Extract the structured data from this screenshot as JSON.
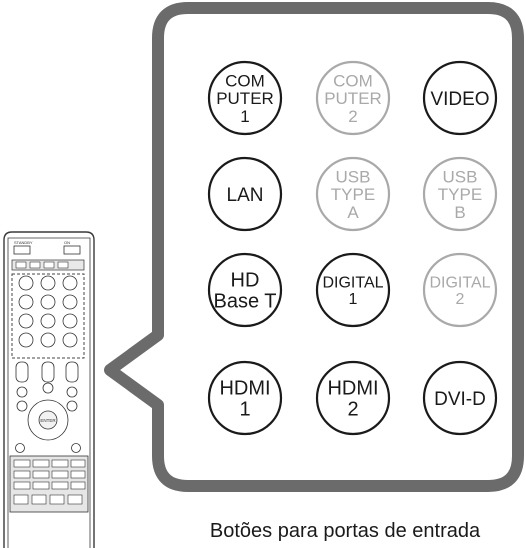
{
  "caption": "Botões para portas de entrada",
  "colors": {
    "active": "#1a1a1a",
    "inactive": "#a9a9a9",
    "callout_border": "#6b6b6b",
    "remote_body": "#d9d9d9",
    "remote_stroke": "#3a3a3a"
  },
  "remote": {
    "top_labels": [
      "STANDBY",
      "ON"
    ]
  },
  "buttons": [
    {
      "id": "computer-1",
      "lines": [
        "COM",
        "PUTER",
        "1"
      ],
      "active": true
    },
    {
      "id": "computer-2",
      "lines": [
        "COM",
        "PUTER",
        "2"
      ],
      "active": false
    },
    {
      "id": "video",
      "lines": [
        "VIDEO"
      ],
      "active": true
    },
    {
      "id": "lan",
      "lines": [
        "LAN"
      ],
      "active": true
    },
    {
      "id": "usb-type-a",
      "lines": [
        "USB",
        "TYPE",
        "A"
      ],
      "active": false
    },
    {
      "id": "usb-type-b",
      "lines": [
        "USB",
        "TYPE",
        "B"
      ],
      "active": false
    },
    {
      "id": "hdbaset",
      "lines": [
        "HD",
        "Base T"
      ],
      "active": true
    },
    {
      "id": "digital-1",
      "lines": [
        "DIGITAL",
        "1"
      ],
      "active": true
    },
    {
      "id": "digital-2",
      "lines": [
        "DIGITAL",
        "2"
      ],
      "active": false
    },
    {
      "id": "hdmi-1",
      "lines": [
        "HDMI",
        "1"
      ],
      "active": true
    },
    {
      "id": "hdmi-2",
      "lines": [
        "HDMI",
        "2"
      ],
      "active": true
    },
    {
      "id": "dvi-d",
      "lines": [
        "DVI-D"
      ],
      "active": true
    }
  ]
}
